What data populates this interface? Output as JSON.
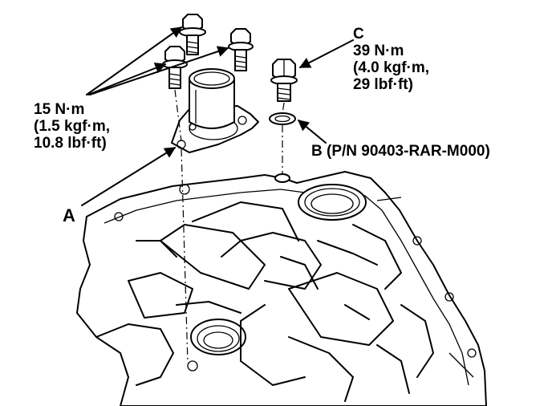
{
  "callouts": {
    "torque_left": {
      "line1": "15 N·m",
      "line2": "(1.5 kgf·m,",
      "line3": "10.8 lbf·ft)"
    },
    "part_c": {
      "letter": "C",
      "line1": "39 N·m",
      "line2": "(4.0 kgf·m,",
      "line3": "29 lbf·ft)"
    },
    "part_b": {
      "text": "B (P/N 90403-RAR-M000)"
    },
    "part_a": {
      "letter": "A"
    }
  },
  "style": {
    "line_color": "#000000",
    "background": "#ffffff"
  }
}
